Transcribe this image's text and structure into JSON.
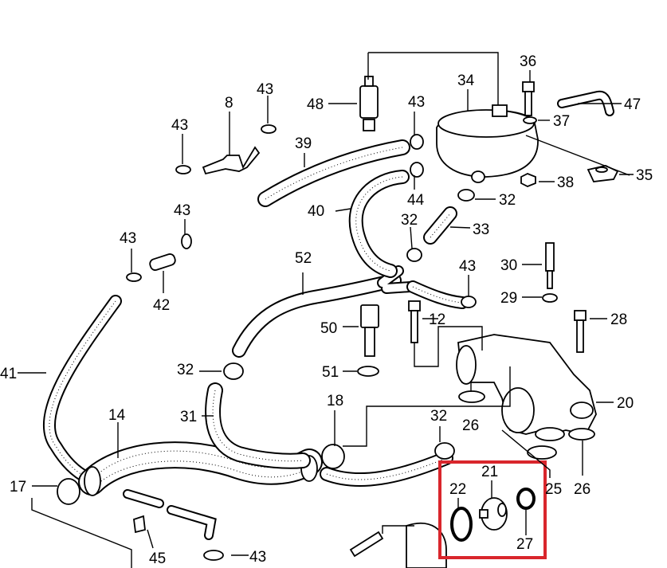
{
  "highlight_color": "#d9262c",
  "labels": {
    "l8": "8",
    "l12": "12",
    "l14": "14",
    "l17": "17",
    "l18": "18",
    "l20": "20",
    "l21": "21",
    "l22": "22",
    "l25": "25",
    "l26a": "26",
    "l26b": "26",
    "l27": "27",
    "l28": "28",
    "l29": "29",
    "l30": "30",
    "l31": "31",
    "l32a": "32",
    "l32b": "32",
    "l32c": "32",
    "l32d": "32",
    "l33": "33",
    "l34": "34",
    "l35": "35",
    "l36": "36",
    "l37": "37",
    "l38": "38",
    "l39": "39",
    "l40": "40",
    "l41": "41",
    "l42": "42",
    "l43a": "43",
    "l43b": "43",
    "l43c": "43",
    "l43d": "43",
    "l43e": "43",
    "l43f": "43",
    "l43g": "43",
    "l44": "44",
    "l45": "45",
    "l47": "47",
    "l48": "48",
    "l50": "50",
    "l51": "51",
    "l52": "52"
  }
}
